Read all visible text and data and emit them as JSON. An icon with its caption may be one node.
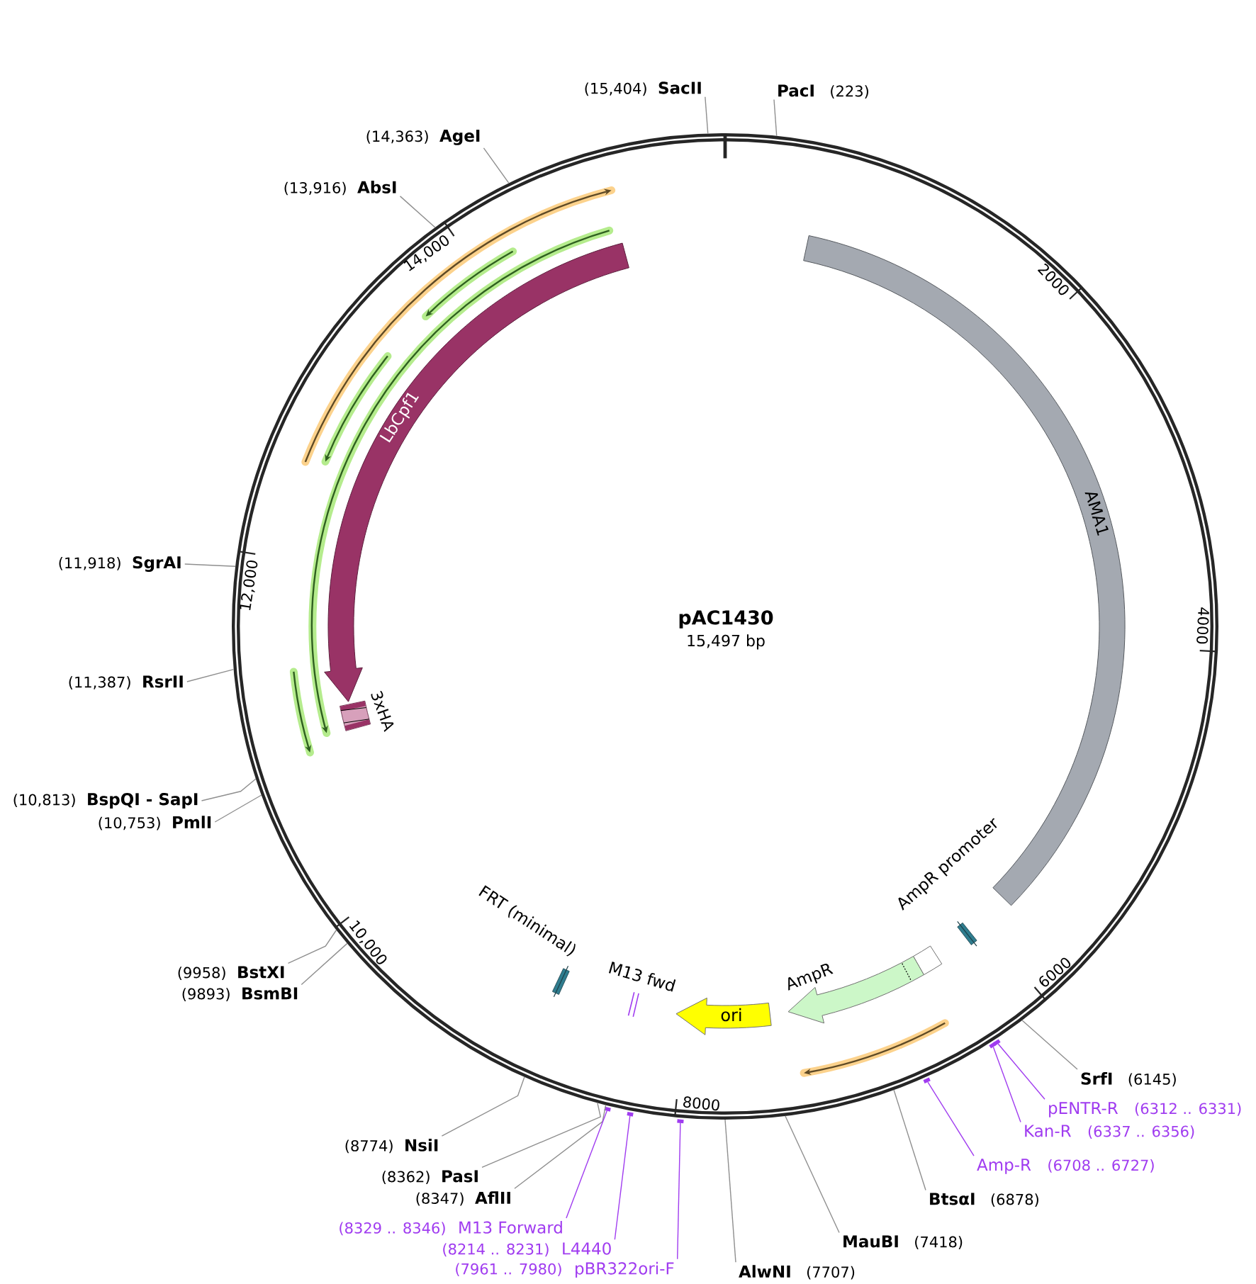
{
  "diagram": {
    "nodes": [
      {
        "text": [
          "pAC1430",
          "15,497 bp"
        ]
      },
      {
        "text": [
          "LbCpf1"
        ],
        "in": 0
      },
      {
        "text": [
          "AMA1"
        ],
        "in": 0
      },
      {
        "text": [
          "3xHA"
        ],
        "in": 0
      },
      {
        "text": [
          "AmpR promoter"
        ],
        "in": 0
      },
      {
        "text": [
          "FRT (minimal)"
        ],
        "in": 0
      },
      {
        "text": [
          "M13 fwd"
        ],
        "in": 0
      },
      {
        "text": [
          "AmpR"
        ],
        "in": 0
      },
      {
        "text": [
          "ori"
        ],
        "in": 0
      },
      {
        "text": [
          "SacII"
        ],
        "beside": [
          "(15,404)"
        ]
      },
      {
        "text": [
          "PacI"
        ],
        "beside": [
          "(223)"
        ]
      },
      {
        "text": [
          "AgeI"
        ],
        "beside": [
          "(14,363)"
        ]
      },
      {
        "text": [
          "AbsI"
        ],
        "beside": [
          "(13,916)"
        ]
      },
      {
        "text": [
          "SgrAI"
        ],
        "beside": [
          "(11,918)"
        ]
      },
      {
        "text": [
          "RsrII"
        ],
        "beside": [
          "(11,387)"
        ]
      },
      {
        "text": [
          "BspQI - SapI"
        ],
        "beside": [
          "(10,813)"
        ]
      },
      {
        "text": [
          "PmlI"
        ],
        "beside": [
          "(10,753)"
        ]
      },
      {
        "text": [
          "BstXI"
        ],
        "beside": [
          "(9958)"
        ]
      },
      {
        "text": [
          "BsmBI"
        ],
        "beside": [
          "(9893)"
        ]
      },
      {
        "text": [
          "SrfI"
        ],
        "beside": [
          "(6145)"
        ]
      },
      {
        "text": [
          "pENTR-R"
        ],
        "beside": [
          "(6312 .. 6331)"
        ]
      },
      {
        "text": [
          "Kan-R"
        ],
        "beside": [
          "(6337 .. 6356)"
        ]
      },
      {
        "text": [
          "NsiI"
        ],
        "beside": [
          "(8774)"
        ]
      },
      {
        "text": [
          "Amp-R"
        ],
        "beside": [
          "(6708 .. 6727)"
        ]
      },
      {
        "text": [
          "PasI"
        ],
        "beside": [
          "(8362)"
        ]
      },
      {
        "text": [
          "AflII"
        ],
        "beside": [
          "(8347)"
        ]
      },
      {
        "text": [
          "BtsαI"
        ],
        "beside": [
          "(6878)"
        ]
      },
      {
        "text": [
          "M13 Forward"
        ],
        "beside": [
          "(8329 .. 8346)"
        ]
      },
      {
        "text": [
          "MauBI"
        ],
        "beside": [
          "(7418)"
        ]
      },
      {
        "text": [
          "L4440"
        ],
        "beside": [
          "(8214 .. 8231)"
        ]
      },
      {
        "text": [
          "pBR322ori-F"
        ],
        "beside": [
          "(7961 .. 7980)"
        ]
      },
      {
        "text": [
          "AlwNI"
        ],
        "beside": [
          "(7707)"
        ]
      },
      {
        "text": [],
        "shape": "box"
      },
      {
        "text": [],
        "shape": "box"
      },
      {
        "text": [],
        "shape": "box"
      },
      {
        "text": [],
        "shape": "box"
      },
      {
        "text": [],
        "shape": "box"
      },
      {
        "text": [],
        "shape": "box"
      }
    ],
    "edges": [
      {
        "from": 9,
        "to": 0,
        "arrow": "none"
      },
      {
        "from": 10,
        "to": 0,
        "arrow": "none"
      },
      {
        "from": 11,
        "to": 0,
        "arrow": "none"
      },
      {
        "from": 12,
        "to": 0,
        "arrow": "none"
      },
      {
        "from": 13,
        "to": 0,
        "arrow": "none"
      },
      {
        "from": 14,
        "to": 0,
        "arrow": "none"
      },
      {
        "from": 15,
        "to": 0,
        "arrow": "none"
      },
      {
        "from": 16,
        "to": 0,
        "arrow": "none"
      },
      {
        "from": 17,
        "to": 0,
        "arrow": "none"
      },
      {
        "from": 18,
        "to": 0,
        "arrow": "none"
      },
      {
        "from": 19,
        "to": 0,
        "arrow": "none"
      },
      {
        "from": 20,
        "to": 32,
        "arrow": "none",
        "color": "#a03cf0"
      },
      {
        "from": 21,
        "to": 33,
        "arrow": "none",
        "color": "#a03cf0"
      },
      {
        "from": 22,
        "to": 0,
        "arrow": "none"
      },
      {
        "from": 23,
        "to": 34,
        "arrow": "none",
        "color": "#a03cf0"
      },
      {
        "from": 24,
        "to": 0,
        "arrow": "none"
      },
      {
        "from": 25,
        "to": 0,
        "arrow": "none"
      },
      {
        "from": 26,
        "to": 0,
        "arrow": "none"
      },
      {
        "from": 27,
        "to": 35,
        "arrow": "none",
        "color": "#a03cf0"
      },
      {
        "from": 28,
        "to": 0,
        "arrow": "none"
      },
      {
        "from": 29,
        "to": 36,
        "arrow": "none",
        "color": "#a03cf0"
      },
      {
        "from": 30,
        "to": 37,
        "arrow": "none",
        "color": "#a03cf0"
      },
      {
        "from": 31,
        "to": 0,
        "arrow": "none"
      }
    ],
    "labels": [
      "2000",
      "4000",
      "6000",
      "8000",
      "10,000",
      "12,000",
      "14,000"
    ]
  }
}
